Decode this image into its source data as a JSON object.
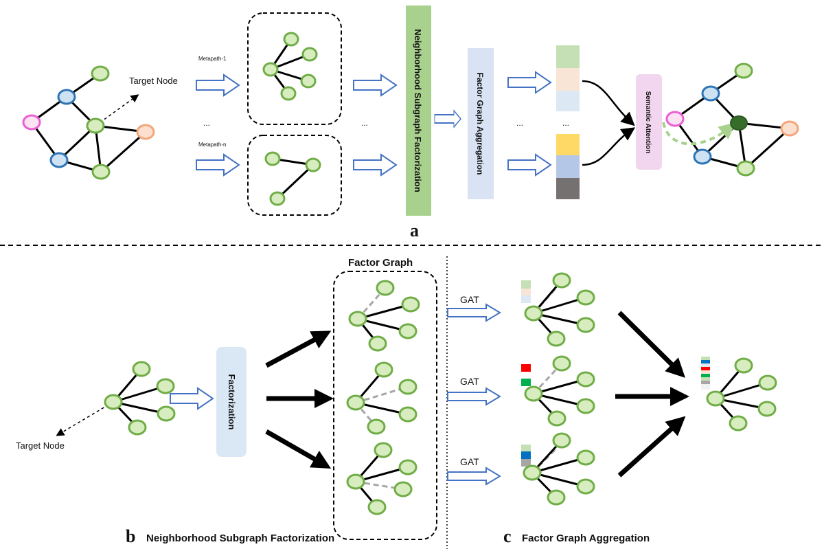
{
  "panel_a": {
    "label": "a",
    "target_node_label": "Target Node",
    "metapath_1": "Metapath-1",
    "metapath_n": "Metapath-n",
    "ellipsis": "...",
    "neighborhood_box": "Neighborhood Subgraph Factorization",
    "aggregation_box": "Factor Graph Aggregation",
    "semantic_box": "Semantic Attention"
  },
  "panel_b": {
    "letter": "b",
    "caption": "Neighborhood Subgraph Factorization",
    "target_node_label": "Target Node",
    "factorization_box": "Factorization",
    "factor_graph_title": "Factor Graph"
  },
  "panel_c": {
    "letter": "c",
    "caption": "Factor Graph Aggregation",
    "gat_labels": [
      "GAT",
      "GAT",
      "GAT"
    ]
  },
  "colors": {
    "node_fill": "#d8edbf",
    "node_stroke": "#70ad47",
    "blue_node_fill": "#cfe2f3",
    "blue_node_stroke": "#2e75b6",
    "pink_node_fill": "#fbe3f4",
    "pink_node_stroke": "#ea5fd4",
    "orange_node_fill": "#fbe0cf",
    "orange_node_stroke": "#f4a67a",
    "dark_node": "#376d2b",
    "hollow_arrow": "#4472c4",
    "neighborhood_box_fill": "#a9d18e",
    "aggregation_box_fill": "#dae3f3",
    "semantic_box_fill": "#f2d6ef",
    "factorization_box_fill": "#dae8f5"
  }
}
